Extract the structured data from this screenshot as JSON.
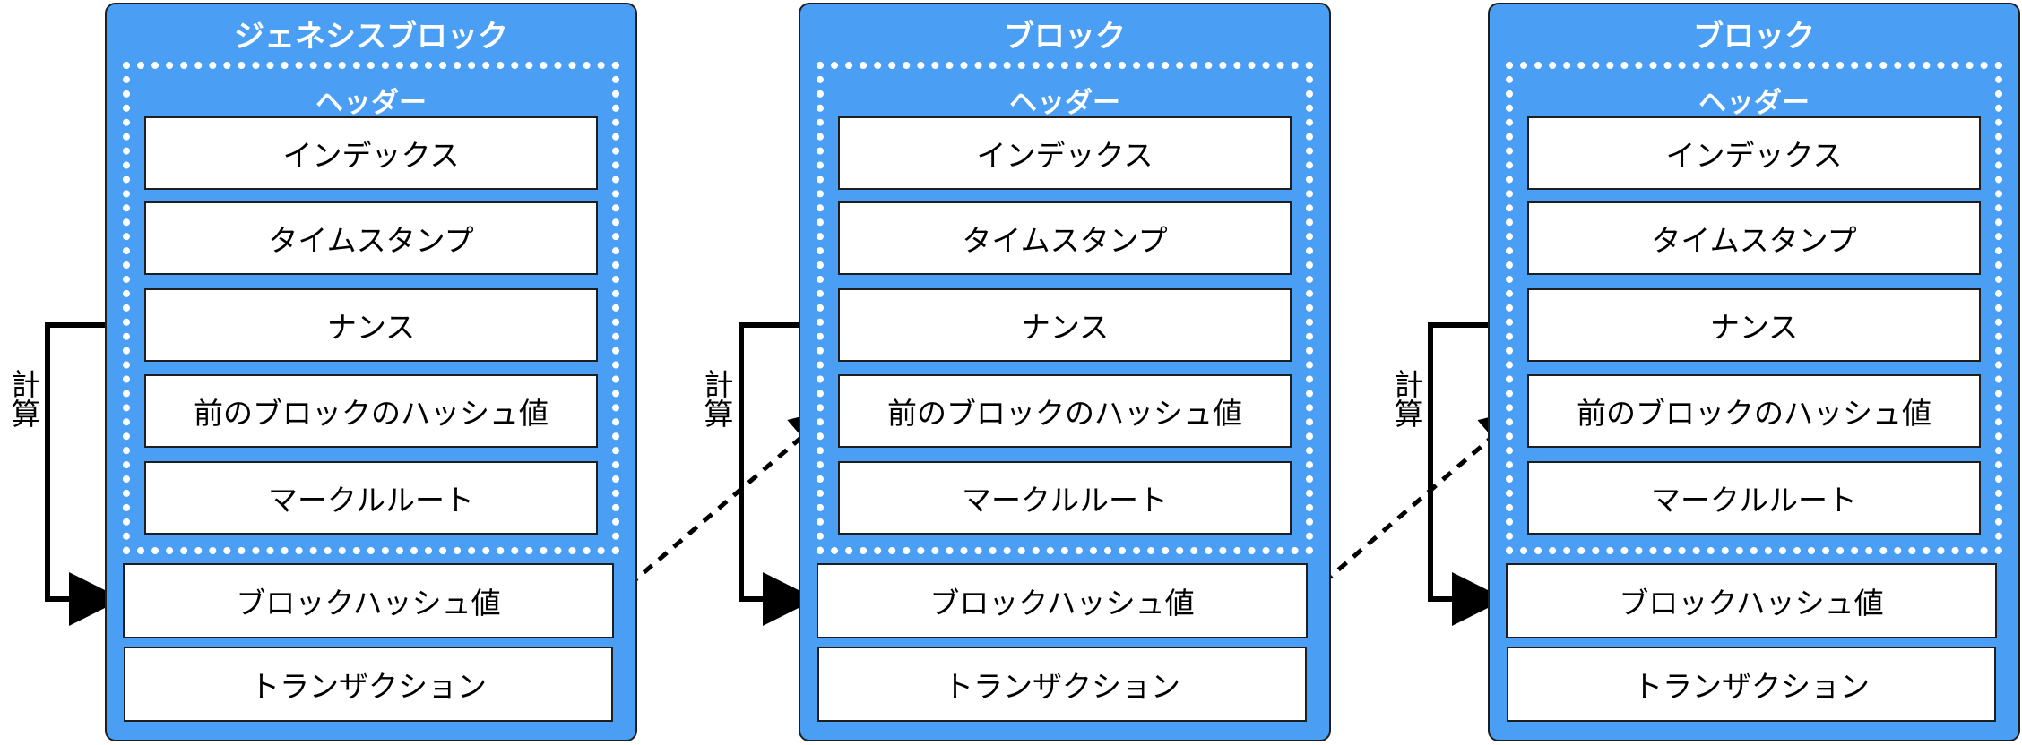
{
  "colors": {
    "block_fill": "#4a9ff5",
    "border": "#1e1e1e",
    "field_fill": "#ffffff"
  },
  "blocks": [
    {
      "title": "ジェネシスブロック",
      "header_label": "ヘッダー",
      "header_fields": [
        "インデックス",
        "タイムスタンプ",
        "ナンス",
        "前のブロックのハッシュ値",
        "マークルルート"
      ],
      "block_hash": "ブロックハッシュ値",
      "transaction": "トランザクション",
      "calc_label": "計算"
    },
    {
      "title": "ブロック",
      "header_label": "ヘッダー",
      "header_fields": [
        "インデックス",
        "タイムスタンプ",
        "ナンス",
        "前のブロックのハッシュ値",
        "マークルルート"
      ],
      "block_hash": "ブロックハッシュ値",
      "transaction": "トランザクション",
      "calc_label": "計算"
    },
    {
      "title": "ブロック",
      "header_label": "ヘッダー",
      "header_fields": [
        "インデックス",
        "タイムスタンプ",
        "ナンス",
        "前のブロックのハッシュ値",
        "マークルルート"
      ],
      "block_hash": "ブロックハッシュ値",
      "transaction": "トランザクション",
      "calc_label": "計算"
    }
  ]
}
